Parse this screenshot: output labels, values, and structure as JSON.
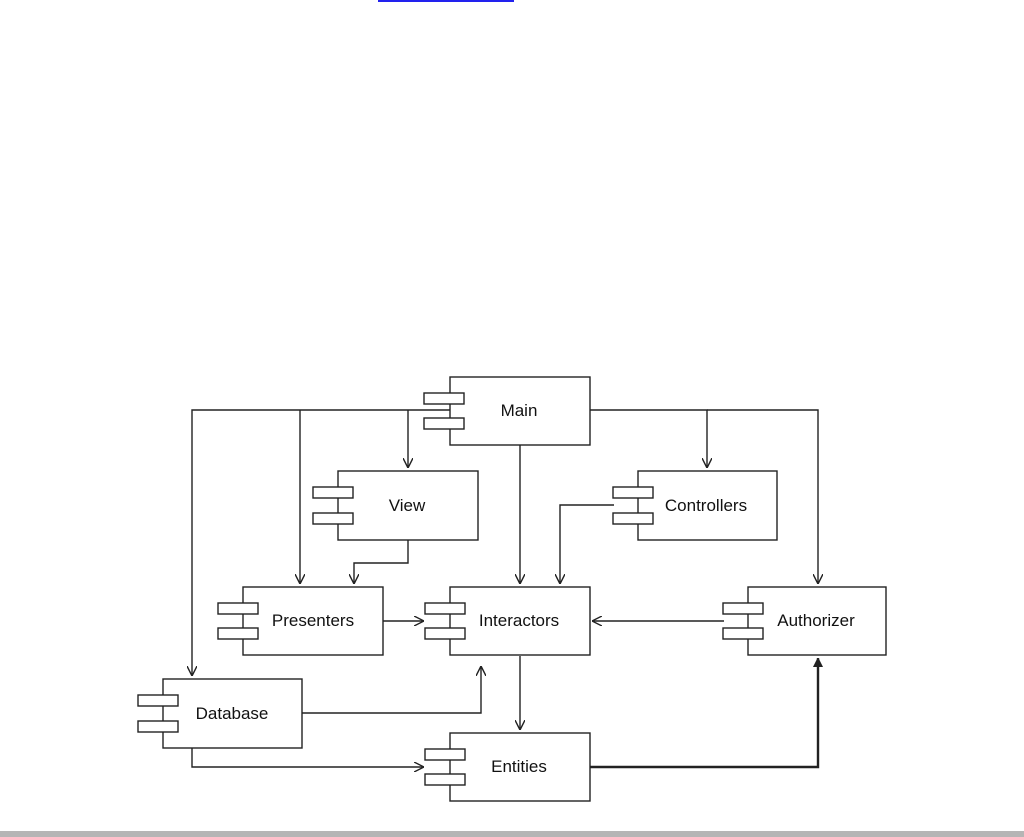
{
  "components": {
    "main": "Main",
    "view": "View",
    "controllers": "Controllers",
    "presenters": "Presenters",
    "interactors": "Interactors",
    "authorizer": "Authorizer",
    "database": "Database",
    "entities": "Entities"
  },
  "colors": {
    "link_underline": "#2222ee",
    "line": "#222222",
    "footer_bar": "#b5b5b5"
  }
}
